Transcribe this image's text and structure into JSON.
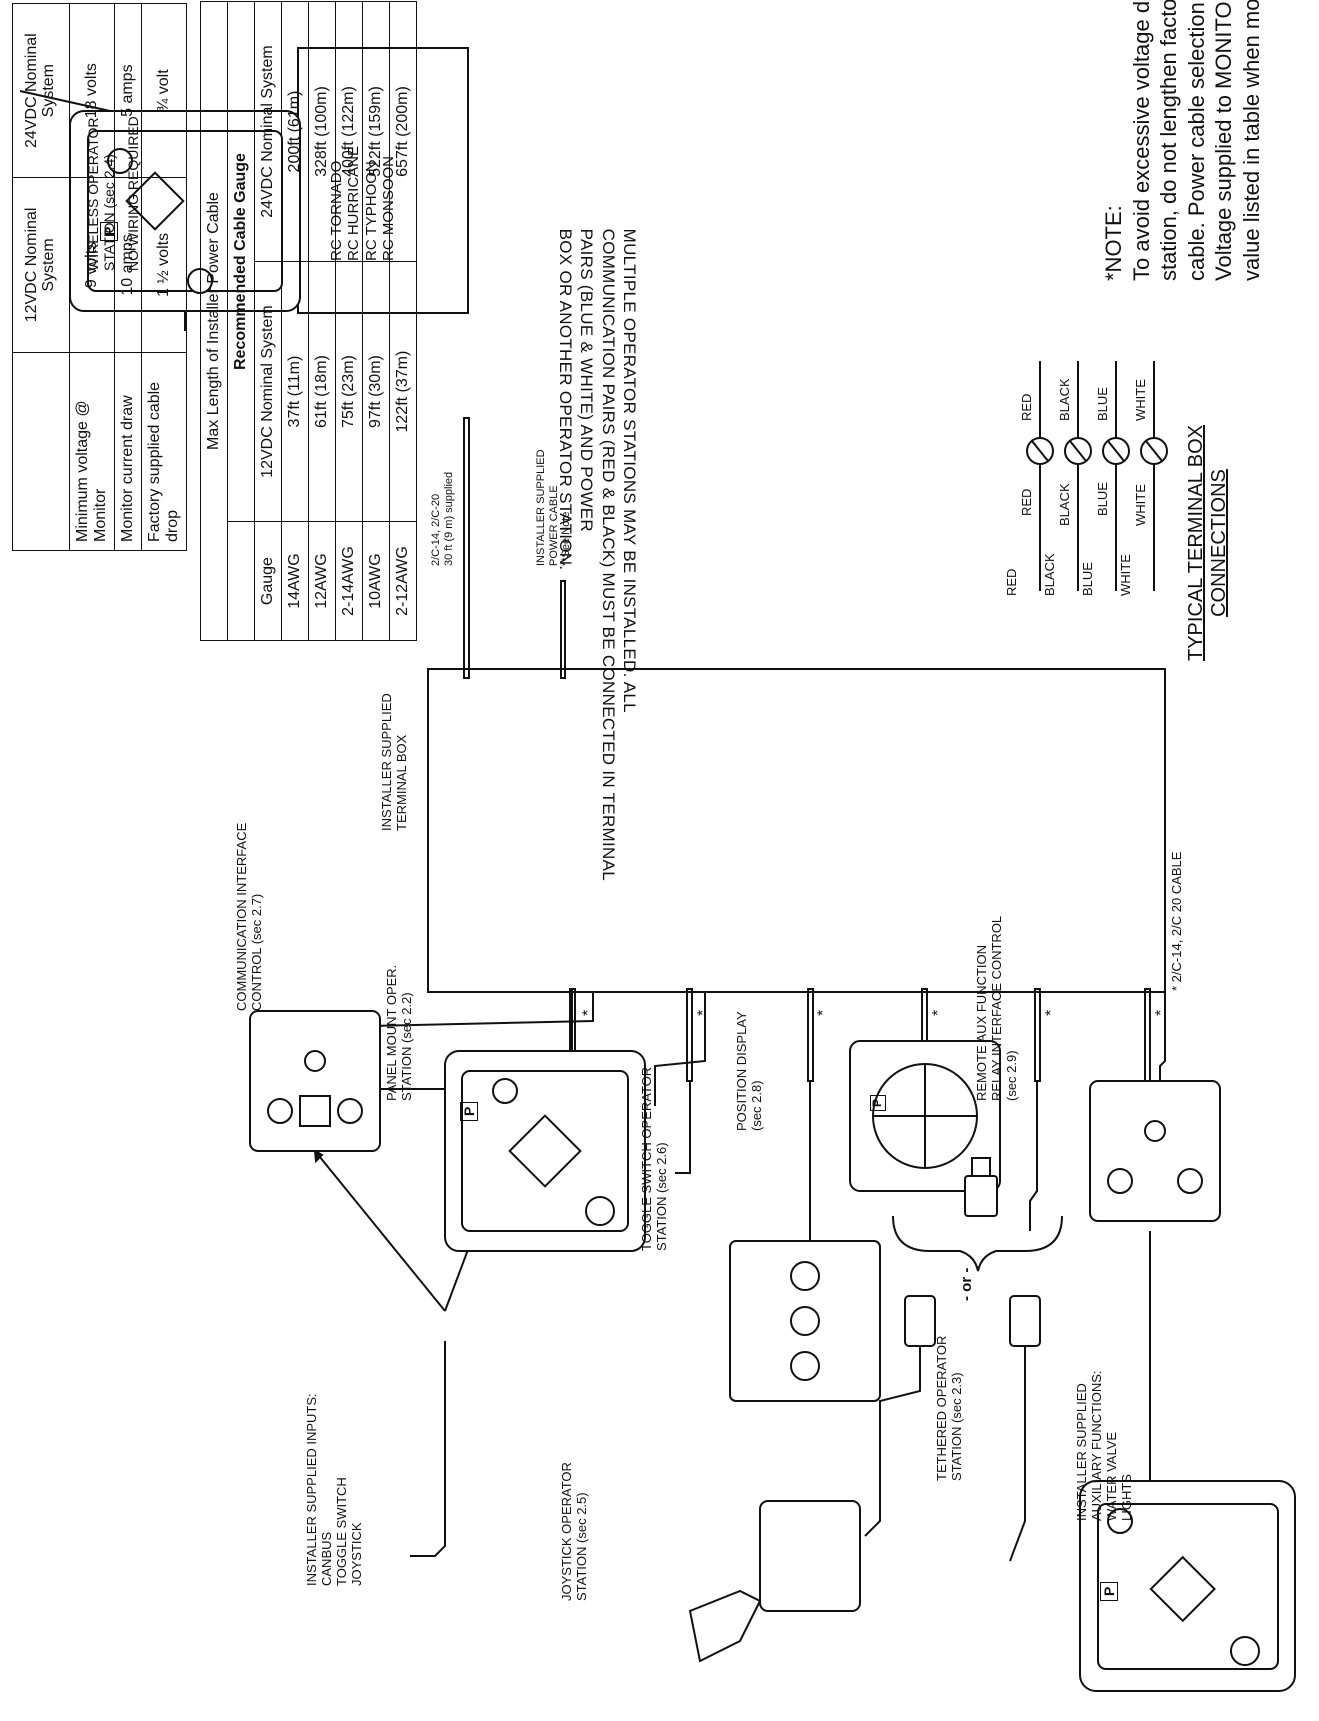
{
  "note": {
    "title": "*NOTE:",
    "lines": [
      "To avoid excessive voltage drop at monitor operator",
      "station, do not lengthen factory supplied monitor",
      "cable. Power cable selection is critical.",
      "Voltage supplied to MONITOR should not fall below",
      "value listed in table when monitor is in operation."
    ]
  },
  "monitor_box": {
    "lines": [
      "RC TORNADO",
      "RC HURRICANE",
      "RC TYPHOON",
      "RC MONSOON"
    ]
  },
  "voltage_table": {
    "headers": [
      "",
      "12VDC Nominal System",
      "24VDC Nominal System"
    ],
    "rows": [
      [
        "Minimum voltage @ Monitor",
        "9 volts",
        "18 volts"
      ],
      [
        "Monitor current draw",
        "10 amps",
        "5 amps"
      ],
      [
        "Factory supplied cable drop",
        "1 ½ volts",
        "¾ volt"
      ]
    ]
  },
  "cable_table": {
    "title": "Max Length of Installer Power Cable",
    "subtitle": "Recommended Cable Gauge",
    "headers": [
      "Gauge",
      "12VDC Nominal System",
      "24VDC Nominal System"
    ],
    "rows": [
      [
        "14AWG",
        "37ft (11m)",
        "200ft (61m)"
      ],
      [
        "12AWG",
        "61ft (18m)",
        "328ft (100m)"
      ],
      [
        "2-14AWG",
        "75ft (23m)",
        "400ft (122m)"
      ],
      [
        "10AWG",
        "97ft (30m)",
        "522ft (159m)"
      ],
      [
        "2-12AWG",
        "122ft (37m)",
        "657ft (200m)"
      ]
    ]
  },
  "cable_labels": {
    "supplied_cable": [
      "2/C-14, 2/C-20",
      "30 ft (9 m) supplied"
    ],
    "power_cable": [
      "INSTALLER SUPPLIED",
      "POWER CABLE",
      "**See Note"
    ],
    "footnote": "* 2/C-14, 2/C 20 CABLE"
  },
  "terminal_box": {
    "label": [
      "INSTALLER SUPPLIED",
      "TERMINAL BOX"
    ],
    "warning": [
      "MULTIPLE OPERATOR STATIONS MAY BE INSTALLED. ALL",
      "COMMUNICATION PAIRS (RED & BLACK) MUST BE CONNECTED IN TERMINAL",
      "PAIRS (BLUE & WHITE) AND POWER",
      "BOX OR ANOTHER OPERATOR STATION."
    ]
  },
  "terminal_connections": {
    "title": [
      "TYPICAL TERMINAL BOX",
      "CONNECTIONS"
    ],
    "rows": [
      {
        "left": "RED",
        "mid": "RED",
        "right": "RED"
      },
      {
        "left": "BLACK",
        "mid": "BLACK",
        "right": "BLACK"
      },
      {
        "left": "BLUE",
        "mid": "BLUE",
        "right": "BLUE"
      },
      {
        "left": "WHITE",
        "mid": "WHITE",
        "right": "WHITE"
      }
    ]
  },
  "stations": {
    "wireless": [
      "WIRELESS OPERATOR",
      "STATION (sec 2.4)",
      "NO WIRING REQUIRED"
    ],
    "comm_interface": [
      "COMMUNICATION INTERFACE",
      "CONTROL (sec 2.7)"
    ],
    "panel_mount": [
      "PANEL MOUNT OPER.",
      "STATION (sec 2.2)"
    ],
    "toggle_switch": [
      "TOGGLE SWITCH OPERATOR",
      "STATION (sec 2.6)"
    ],
    "position_display": [
      "POSITION DISPLAY",
      "(sec 2.8)"
    ],
    "remote_aux": [
      "REMOTE AUX FUNCTION",
      "RELAY INTERFACE CONTROL",
      "(sec 2.9)"
    ],
    "installer_inputs": [
      "INSTALLER SUPPLIED INPUTS:",
      "CANBUS",
      "TOGGLE SWITCH",
      "JOYSTICK"
    ],
    "aux_functions": [
      "INSTALLER SUPPLIED",
      "AUXILIARY FUNCTIONS:",
      "WATER VALVE",
      "LIGHTS"
    ],
    "joystick": [
      "JOYSTICK OPERATOR",
      "STATION (sec 2.5)"
    ],
    "tethered": [
      "TETHERED OPERATOR",
      "STATION (sec 2.3)"
    ],
    "or_label": "- or -",
    "device_p": "P"
  },
  "asterisk": "*"
}
